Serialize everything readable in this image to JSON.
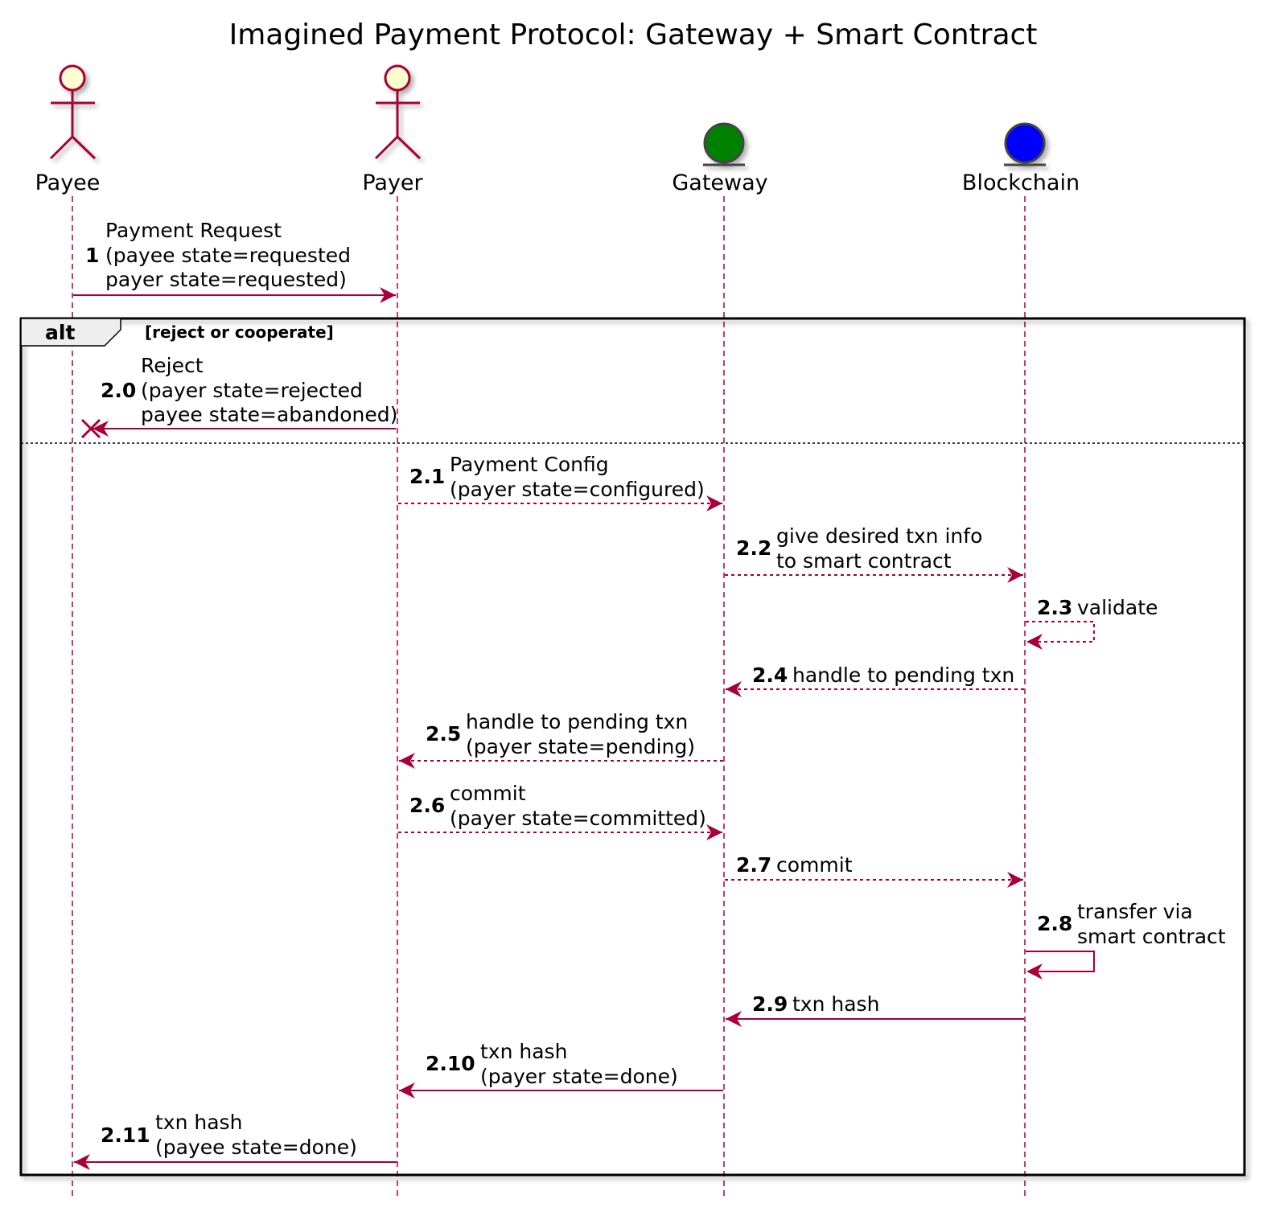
{
  "title": "Imagined Payment Protocol: Gateway + Smart Contract",
  "colors": {
    "line": "#A80036",
    "actor_fill": "#FEFECE",
    "gateway": "#008000",
    "blockchain": "#0000FF",
    "entity_border": "#444444",
    "frame_tab": "#EEEEEE"
  },
  "participants": [
    {
      "id": "payee",
      "name": "Payee",
      "kind": "actor"
    },
    {
      "id": "payer",
      "name": "Payer",
      "kind": "actor"
    },
    {
      "id": "gateway",
      "name": "Gateway",
      "kind": "entity",
      "color": "#008000"
    },
    {
      "id": "blockchain",
      "name": "Blockchain",
      "kind": "entity",
      "color": "#0000FF"
    }
  ],
  "frame": {
    "operator": "alt",
    "guard": "[reject or cooperate]"
  },
  "messages": [
    {
      "id": "m1",
      "num": "1",
      "lines": [
        "Payment Request",
        "(payee state=requested",
        "payer state=requested)"
      ],
      "from": "payee",
      "to": "payer",
      "style": "solid"
    },
    {
      "id": "m2_0",
      "num": "2.0",
      "lines": [
        "Reject",
        "(payer state=rejected",
        "payee state=abandoned)"
      ],
      "from": "payer",
      "to": "payee",
      "style": "solid",
      "end": "destroy"
    },
    {
      "id": "m2_1",
      "num": "2.1",
      "lines": [
        "Payment Config",
        "(payer state=configured)"
      ],
      "from": "payer",
      "to": "gateway",
      "style": "dashed"
    },
    {
      "id": "m2_2",
      "num": "2.2",
      "lines": [
        "give desired txn info",
        "to smart contract"
      ],
      "from": "gateway",
      "to": "blockchain",
      "style": "dashed"
    },
    {
      "id": "m2_3",
      "num": "2.3",
      "lines": [
        "validate"
      ],
      "from": "blockchain",
      "to": "blockchain",
      "style": "dashed"
    },
    {
      "id": "m2_4",
      "num": "2.4",
      "lines": [
        "handle to pending txn"
      ],
      "from": "blockchain",
      "to": "gateway",
      "style": "dashed"
    },
    {
      "id": "m2_5",
      "num": "2.5",
      "lines": [
        "handle to pending txn",
        "(payer state=pending)"
      ],
      "from": "gateway",
      "to": "payer",
      "style": "dashed"
    },
    {
      "id": "m2_6",
      "num": "2.6",
      "lines": [
        "commit",
        "(payer state=committed)"
      ],
      "from": "payer",
      "to": "gateway",
      "style": "dashed"
    },
    {
      "id": "m2_7",
      "num": "2.7",
      "lines": [
        "commit"
      ],
      "from": "gateway",
      "to": "blockchain",
      "style": "dashed"
    },
    {
      "id": "m2_8",
      "num": "2.8",
      "lines": [
        "transfer via",
        "smart contract"
      ],
      "from": "blockchain",
      "to": "blockchain",
      "style": "solid"
    },
    {
      "id": "m2_9",
      "num": "2.9",
      "lines": [
        "txn hash"
      ],
      "from": "blockchain",
      "to": "gateway",
      "style": "solid"
    },
    {
      "id": "m2_10",
      "num": "2.10",
      "lines": [
        "txn hash",
        "(payer state=done)"
      ],
      "from": "gateway",
      "to": "payer",
      "style": "solid"
    },
    {
      "id": "m2_11",
      "num": "2.11",
      "lines": [
        "txn hash",
        "(payee state=done)"
      ],
      "from": "payer",
      "to": "payee",
      "style": "solid"
    }
  ]
}
